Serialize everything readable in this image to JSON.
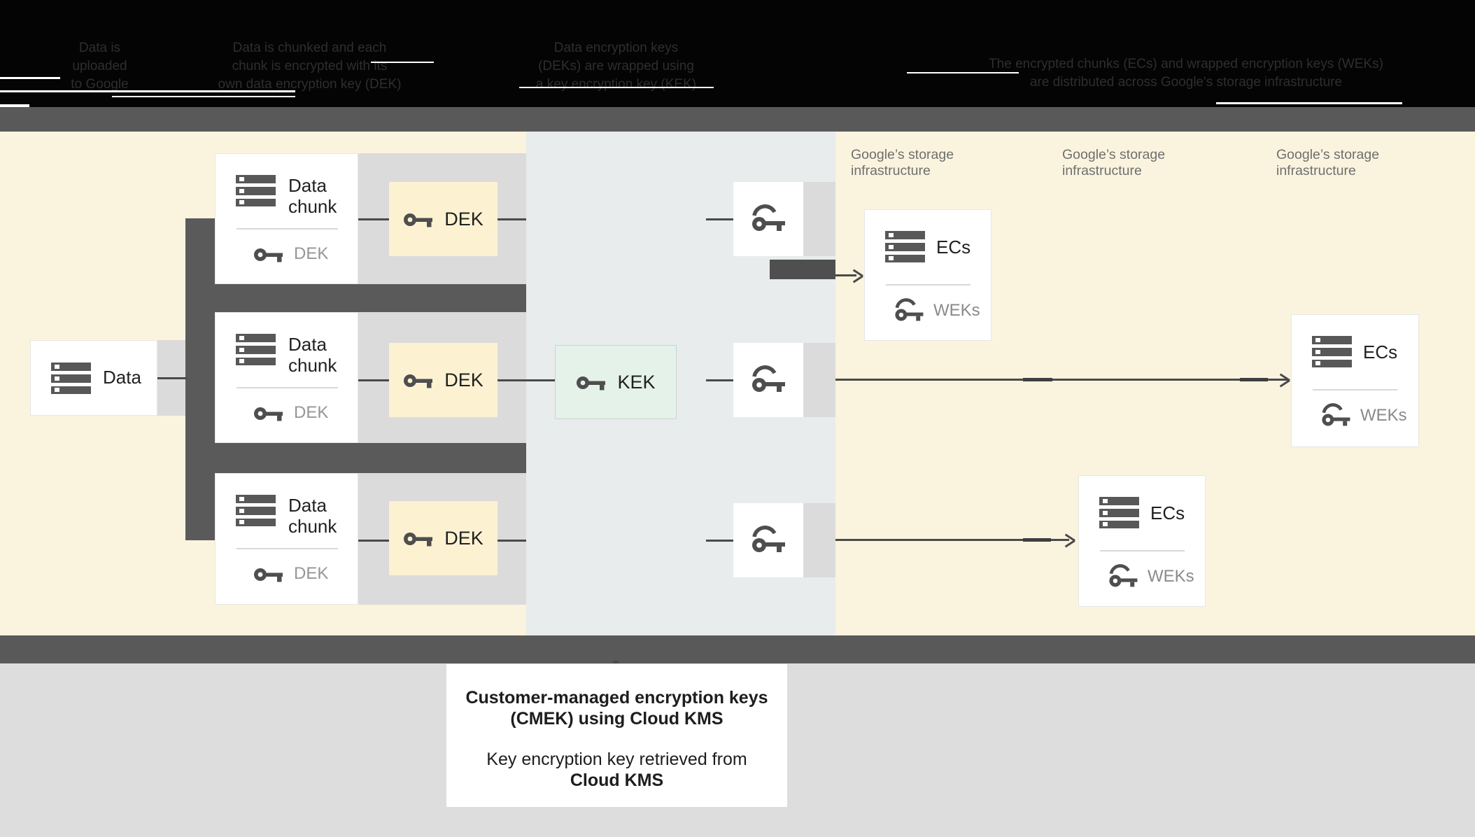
{
  "header": {
    "steps": [
      {
        "lines": [
          "Data is",
          "uploaded",
          "to Google"
        ]
      },
      {
        "lines": [
          "Data is chunked and each",
          "chunk is encrypted with its",
          "own data encryption key (DEK)"
        ]
      },
      {
        "lines": [
          "Data encryption keys",
          "(DEKs) are wrapped using",
          "a key encryption key (KEK)"
        ]
      },
      {
        "lines": [
          "The encrypted chunks (ECs) and wrapped encryption keys (WEKs)",
          "are distributed across Google's storage infrastructure"
        ]
      }
    ]
  },
  "diagram": {
    "data_card": {
      "title": "Data"
    },
    "chunk_cards": [
      {
        "title": "Data chunk",
        "subtitle": "DEK"
      },
      {
        "title": "Data chunk",
        "subtitle": "DEK"
      },
      {
        "title": "Data chunk",
        "subtitle": "DEK"
      }
    ],
    "dek_boxes": [
      {
        "label": "DEK"
      },
      {
        "label": "DEK"
      },
      {
        "label": "DEK"
      }
    ],
    "kek_box": {
      "label": "KEK"
    },
    "storage_labels": [
      {
        "text": "Google’s storage infrastructure"
      },
      {
        "text": "Google’s storage infrastructure"
      },
      {
        "text": "Google’s storage infrastructure"
      }
    ],
    "ec_cards": [
      {
        "title": "ECs",
        "subtitle": "WEKs"
      },
      {
        "title": "ECs",
        "subtitle": "WEKs"
      },
      {
        "title": "ECs",
        "subtitle": "WEKs"
      }
    ]
  },
  "footer": {
    "note": {
      "p1_line1": "Customer-managed encryption keys",
      "p1_line2": "(CMEK) using Cloud KMS",
      "p2_line1": "Key encryption key retrieved from",
      "p2_line2": "Cloud KMS"
    }
  },
  "colors": {
    "header_bg": "#040404",
    "band_gray": "#595959",
    "cream_bg": "#FAF3DE",
    "kms_panel_bg": "#E8ECED",
    "row_band_gray": "#DBDBDB",
    "dek_yellow": "#FCF2D1",
    "kek_green": "#E4F2E9",
    "line_gray": "#4a4a4a",
    "icon_gray": "#4e4e4e",
    "title_text": "#212121",
    "sub_text": "#969696",
    "storage_text": "#6F6F6F",
    "footer_bg": "#DDDDDD"
  }
}
